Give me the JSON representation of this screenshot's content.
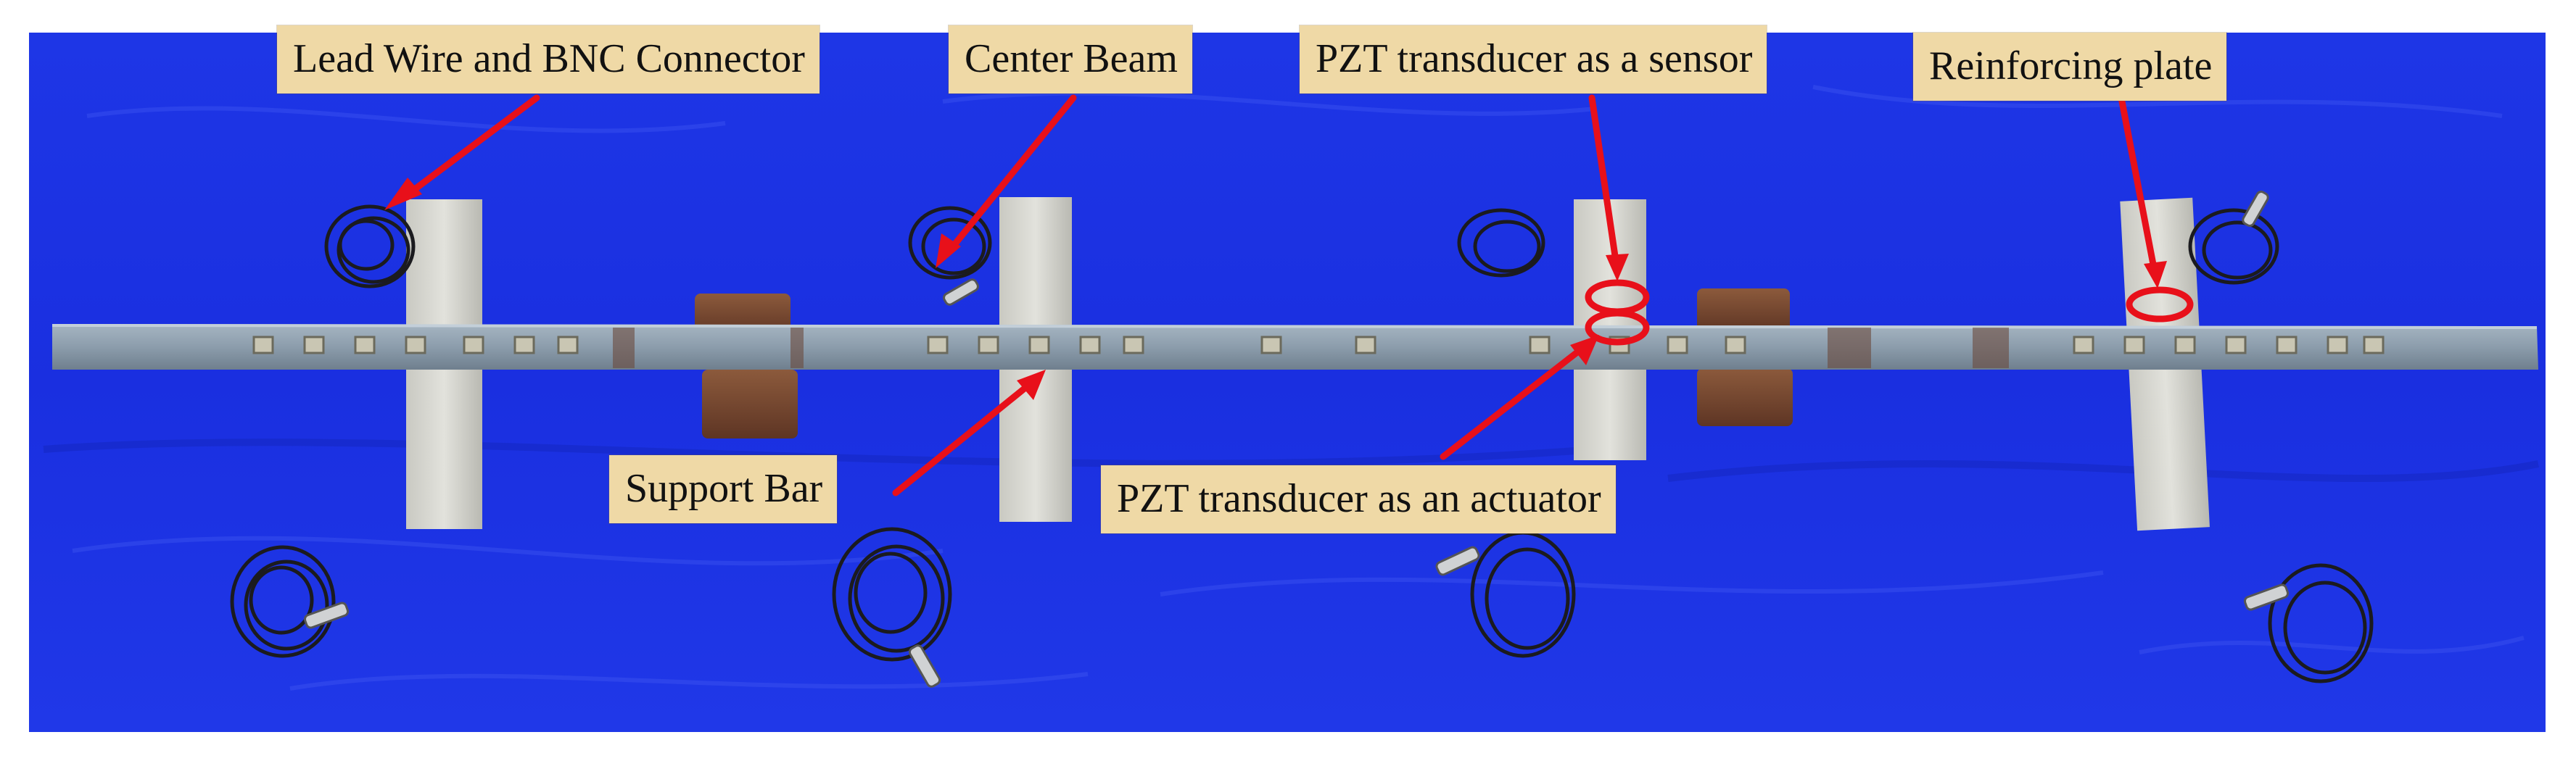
{
  "figure": {
    "labels": {
      "lead_wire": "Lead Wire and BNC Connector",
      "center_beam": "Center Beam",
      "pzt_sensor": "PZT transducer as a sensor",
      "reinforcing_plate": "Reinforcing plate",
      "support_bar": "Support Bar",
      "pzt_actuator": "PZT transducer as an actuator"
    },
    "colors": {
      "background_cloth": "#1a2fe0",
      "beam": "#8fa0ae",
      "support": "#d5d5cf",
      "wood_block": "#7b4a32",
      "cable": "#1b1b1f",
      "annotation": "#e8101a",
      "label_box": "#efd9a6"
    }
  }
}
